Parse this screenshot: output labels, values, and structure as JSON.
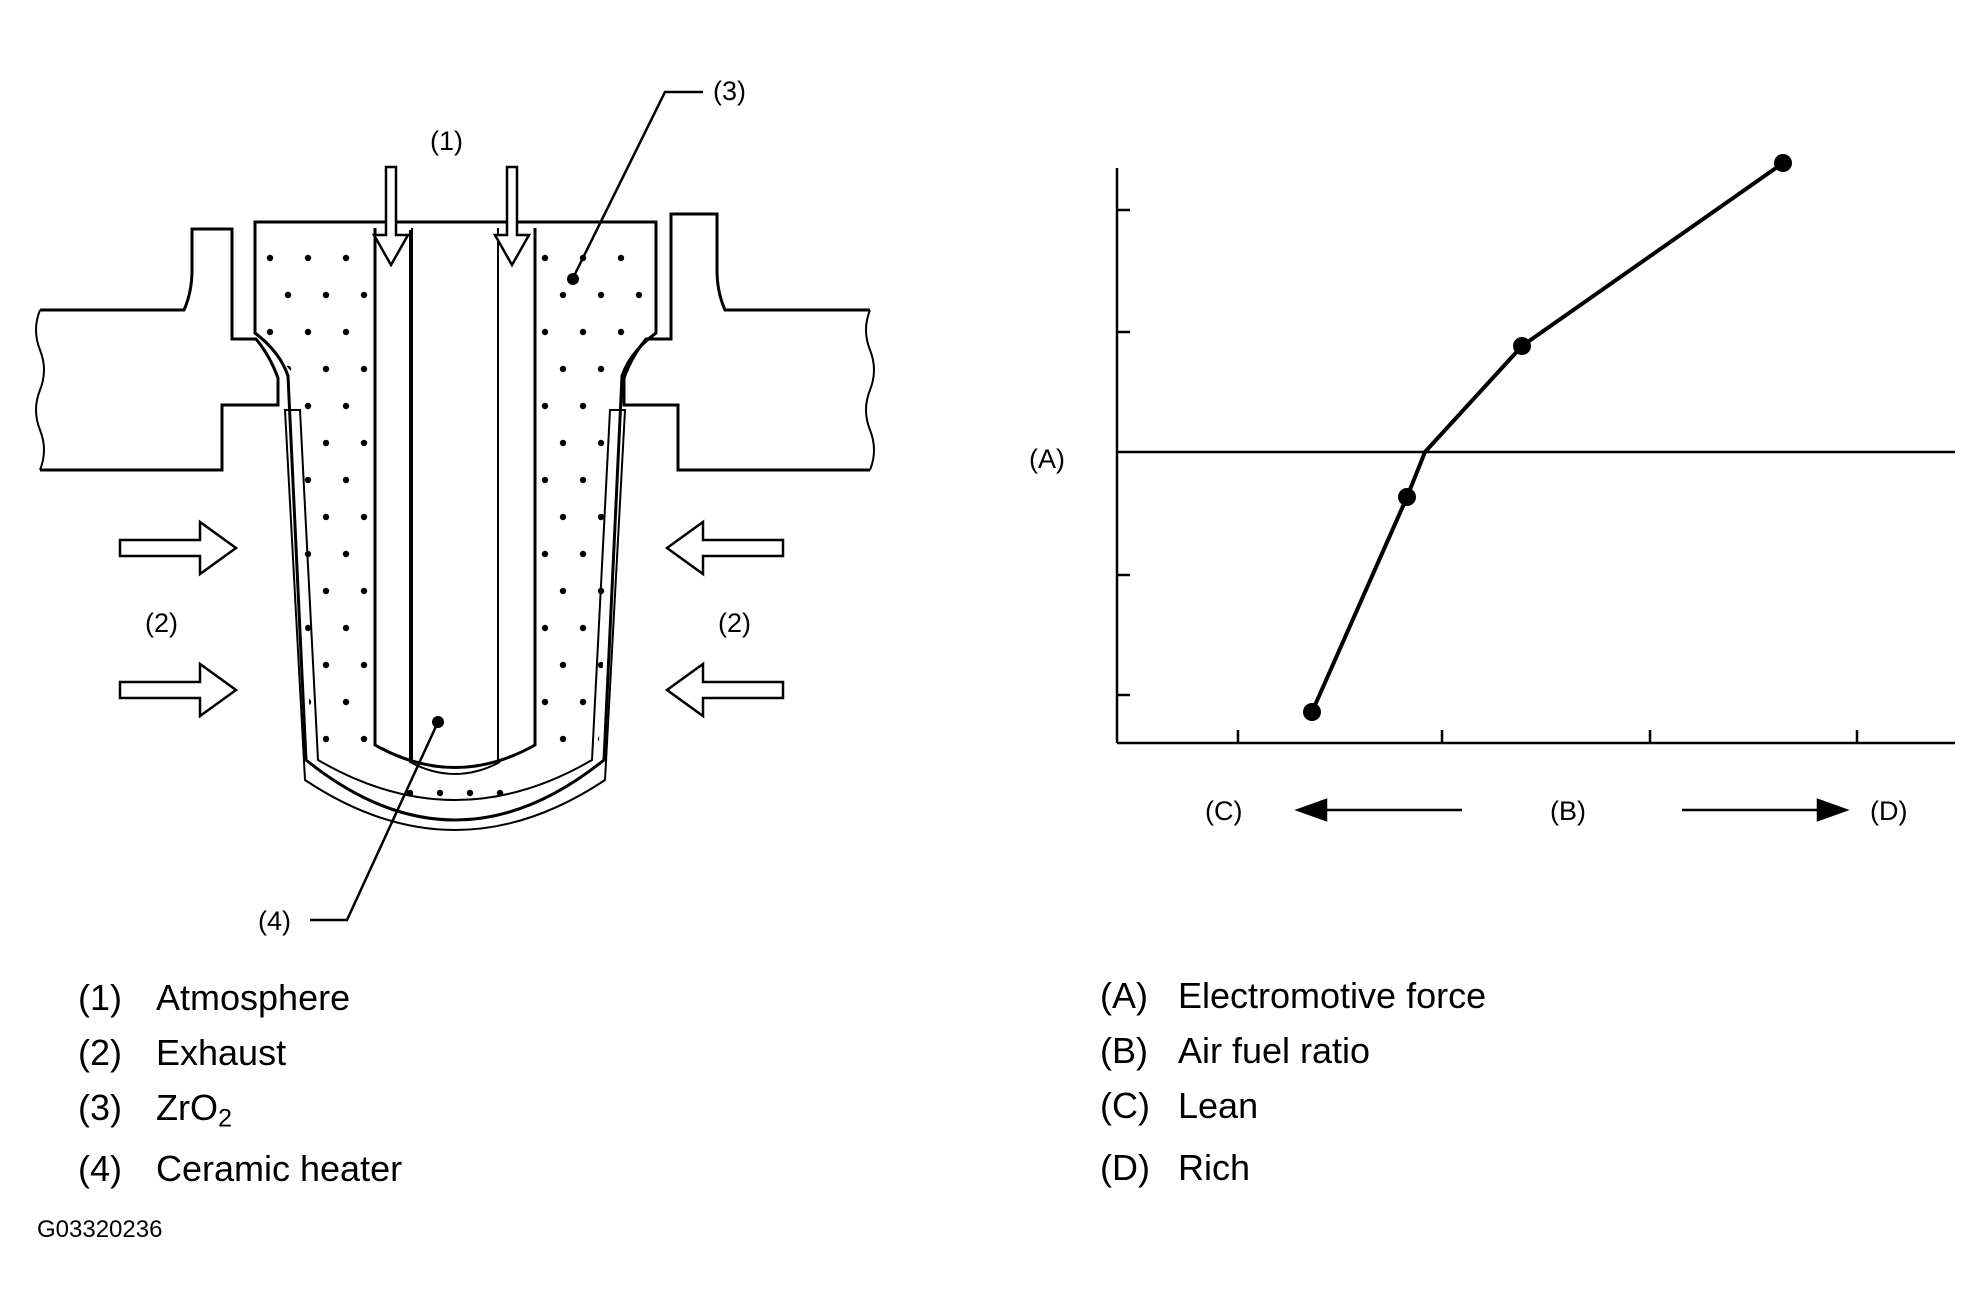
{
  "sensor": {
    "callouts": {
      "c1": "(1)",
      "c2_left": "(2)",
      "c2_right": "(2)",
      "c3": "(3)",
      "c4": "(4)"
    }
  },
  "graph": {
    "callouts": {
      "a": "(A)",
      "b": "(B)",
      "c": "(C)",
      "d": "(D)"
    }
  },
  "legend_left": [
    {
      "key": "(1)",
      "text": "Atmosphere"
    },
    {
      "key": "(2)",
      "text": "Exhaust"
    },
    {
      "key": "(3)",
      "text_main": "ZrO",
      "text_sub": "2"
    },
    {
      "key": "(4)",
      "text": "Ceramic heater"
    }
  ],
  "legend_right": [
    {
      "key": "(A)",
      "text": "Electromotive force"
    },
    {
      "key": "(B)",
      "text": "Air fuel ratio"
    },
    {
      "key": "(C)",
      "text": "Lean"
    },
    {
      "key": "(D)",
      "text": "Rich"
    }
  ],
  "figure_code": "G03320236"
}
